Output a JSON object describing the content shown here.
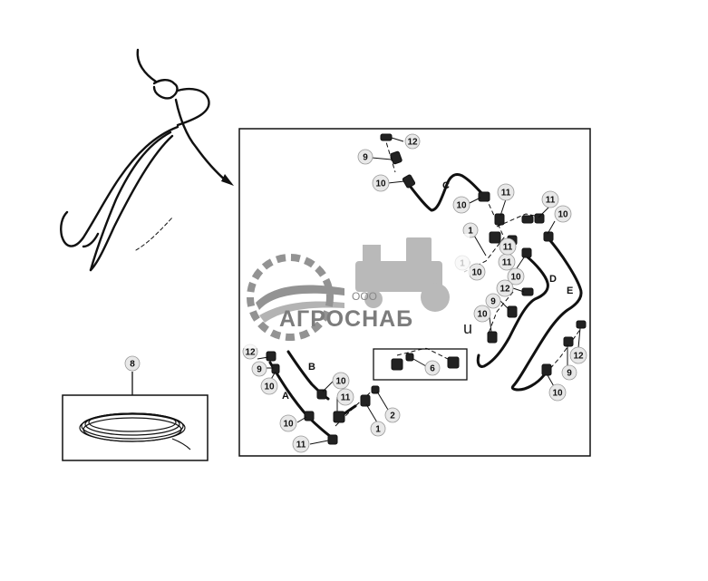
{
  "callouts": {
    "c1": "1",
    "c2": "1",
    "c3": "1",
    "c4": "2",
    "c5": "6",
    "c6": "8",
    "c7": "9",
    "c8": "9",
    "c9": "9",
    "c10": "9",
    "c11": "10",
    "c12": "10",
    "c13": "10",
    "c14": "10",
    "c15": "10",
    "c16": "10",
    "c17": "10",
    "c18": "10",
    "c19": "10",
    "c20": "10",
    "c21": "11",
    "c22": "11",
    "c23": "11",
    "c24": "11",
    "c25": "11",
    "c26": "11",
    "c27": "12",
    "c28": "12",
    "c29": "12",
    "c30": "12"
  },
  "line_letters": {
    "a": "A",
    "b": "B",
    "c": "C",
    "d": "D",
    "e": "E"
  },
  "watermark": {
    "sub": "ООО",
    "brand": "АГРОСНАБ",
    "cursor": "u"
  },
  "colors": {
    "ink": "#111111",
    "watermark": "#8a8a8a",
    "background": "#ffffff"
  }
}
